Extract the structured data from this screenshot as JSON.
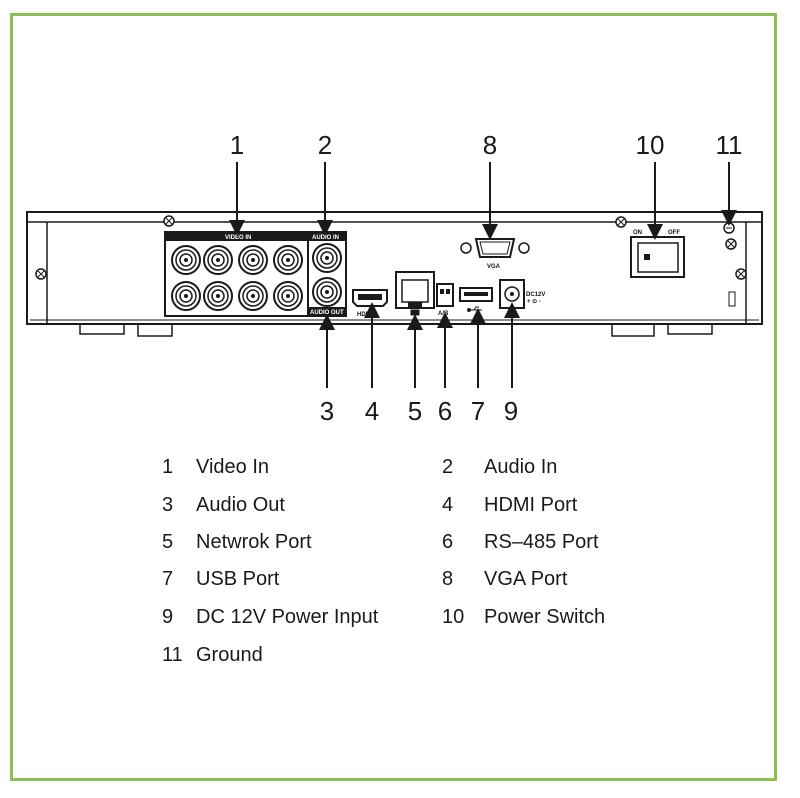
{
  "callouts": [
    "1",
    "2",
    "3",
    "4",
    "5",
    "6",
    "7",
    "8",
    "9",
    "10",
    "11"
  ],
  "panel_labels": {
    "video_in": "VIDEO IN",
    "audio_in": "AUDIO IN",
    "audio_out": "AUDIO OUT",
    "vga": "VGA",
    "hdmi": "HDMI",
    "ab": "A/B",
    "dc": "DC12V",
    "dc_sub": "+ ⊙ -",
    "on": "ON",
    "off": "OFF"
  },
  "legend": [
    {
      "num": "1",
      "label": "Video In"
    },
    {
      "num": "2",
      "label": "Audio In"
    },
    {
      "num": "3",
      "label": "Audio Out"
    },
    {
      "num": "4",
      "label": "HDMI Port"
    },
    {
      "num": "5",
      "label": "Netwrok Port"
    },
    {
      "num": "6",
      "label": "RS–485 Port"
    },
    {
      "num": "7",
      "label": "USB Port"
    },
    {
      "num": "8",
      "label": "VGA Port"
    },
    {
      "num": "9",
      "label": "DC 12V Power Input"
    },
    {
      "num": "10",
      "label": "Power Switch"
    },
    {
      "num": "11",
      "label": "Ground"
    }
  ],
  "colors": {
    "frame": "#8cc152",
    "device": "#1a1a1a"
  }
}
